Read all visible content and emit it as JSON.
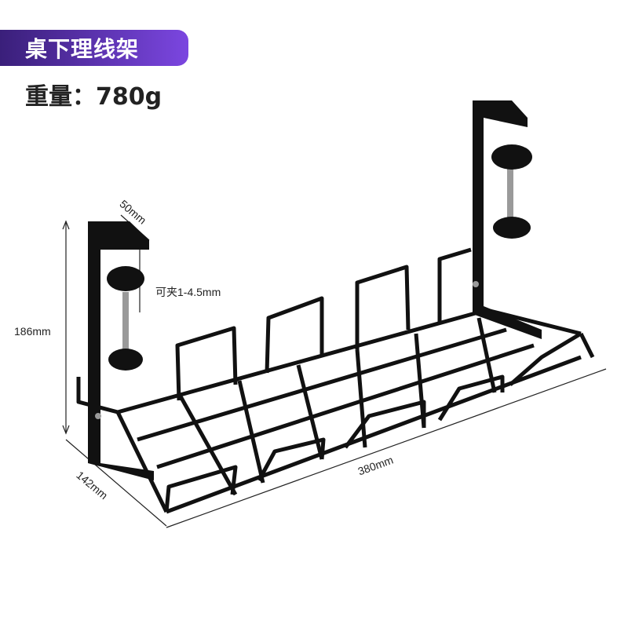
{
  "header": {
    "title": "桌下理线架",
    "weight_label": "重量：",
    "weight_value": "780g"
  },
  "dimensions": {
    "depth_clamp": "50mm",
    "clamp_range": "可夹1-4.5mm",
    "height": "186mm",
    "length": "380mm",
    "width": "142mm"
  },
  "colors": {
    "badge_start": "#3a1f7a",
    "badge_end": "#7b46e0",
    "product": "#111111",
    "screw": "#9a9a9a"
  }
}
